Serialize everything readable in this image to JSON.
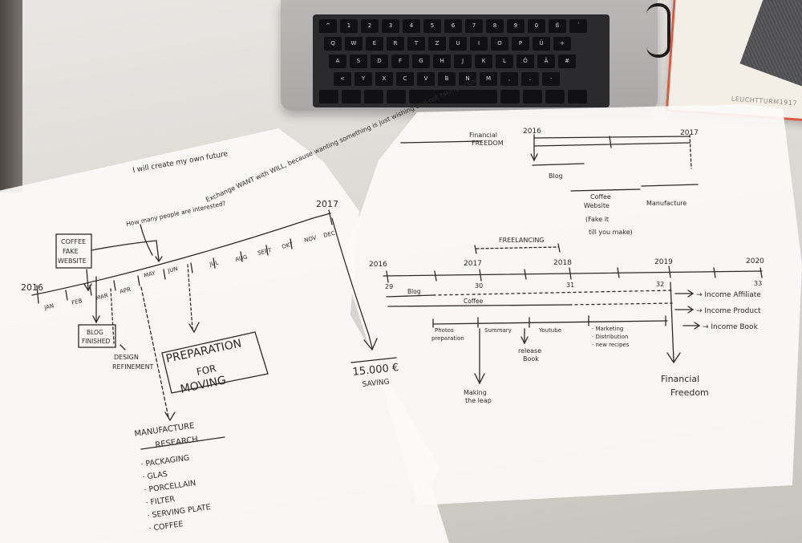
{
  "laptop": {
    "keyboard_rows": [
      [
        "^",
        "1",
        "2",
        "3",
        "4",
        "5",
        "6",
        "7",
        "8",
        "9",
        "0",
        "ß",
        "´"
      ],
      [
        "Q",
        "W",
        "E",
        "R",
        "T",
        "Z",
        "U",
        "I",
        "O",
        "P",
        "Ü",
        "+"
      ],
      [
        "A",
        "S",
        "D",
        "F",
        "G",
        "H",
        "J",
        "K",
        "L",
        "Ö",
        "Ä",
        "#"
      ],
      [
        "<",
        "Y",
        "X",
        "C",
        "V",
        "B",
        "N",
        "M",
        ",",
        ".",
        "-"
      ]
    ]
  },
  "notebook": {
    "brand": "LEUCHTTURM1917"
  },
  "left_sheet": {
    "slogan": "I will create my own future",
    "quote": "Exchange WANT with WILL, because wanting something is just wishing and not taking action",
    "question": "How many people are interested?",
    "year_start": "2016",
    "year_end": "2017",
    "months": [
      "JAN",
      "FEB",
      "MAR",
      "APR",
      "MAY",
      "JUN",
      "JUL",
      "AUG",
      "SEPT",
      "OKT",
      "NOV",
      "DEC"
    ],
    "box_coffee": [
      "COFFEE",
      "FAKE",
      "WEBSITE"
    ],
    "box_blog": [
      "BLOG",
      "FINISHED"
    ],
    "design": [
      "DESIGN",
      "REFINEMENT"
    ],
    "preparation": [
      "PREPARATION",
      "FOR",
      "MOVING"
    ],
    "saving_amount": "15.000 €",
    "saving_label": "SAVING",
    "manufacture": [
      "MANUFACTURE",
      "RESEARCH"
    ],
    "research_items": [
      "· PACKAGING",
      "· GLAS",
      "· PORCELLAIN",
      "· FILTER",
      "· SERVING PLATE",
      "· COFFEE"
    ]
  },
  "right_sheet": {
    "financial_freedom_top": [
      "Financial",
      "FREEDOM"
    ],
    "top_year_start": "2016",
    "top_year_end": "2017",
    "top_blog": "Blog",
    "top_coffee": [
      "Coffee",
      "Website"
    ],
    "top_manufacture": "Manufacture",
    "fake_it": [
      "(Fake it",
      "till you make)"
    ],
    "freelancing": "FREELANCING",
    "years": [
      "2016",
      "2017",
      "2018",
      "2019",
      "2020"
    ],
    "ages": [
      "29",
      "30",
      "31",
      "32",
      "33"
    ],
    "track_blog": "Blog",
    "track_coffee": "Coffee",
    "income": [
      "→ Income Affiliate",
      "→ Income Product",
      "→ Income Book"
    ],
    "phase_photos": [
      "Photos",
      "preparation"
    ],
    "phase_summary": "Summary",
    "phase_youtube": "Youtube",
    "phase_marketing": [
      "· Marketing",
      "· Distribution",
      "· new recipes"
    ],
    "release": [
      "release",
      "Book"
    ],
    "making_leap": [
      "Making",
      "the leap"
    ],
    "financial_freedom": [
      "Financial",
      "Freedom"
    ]
  }
}
